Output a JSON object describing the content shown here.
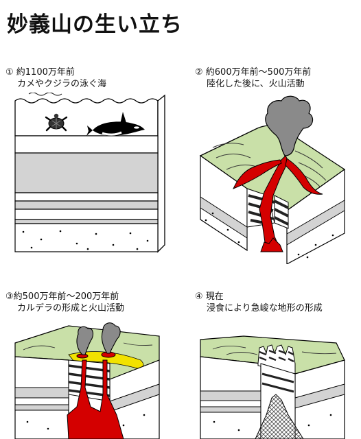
{
  "title": "妙義山の生い立ち",
  "stages": [
    {
      "line1": "① 約1100万年前",
      "line2": "カメやクジラの泳ぐ海"
    },
    {
      "line1": "② 約600万年前〜500万年前",
      "line2": "陸化した後に、火山活動"
    },
    {
      "line1": "③約500万年前〜200万年前",
      "line2": "カルデラの形成と火山活動"
    },
    {
      "line1": "④ 現在",
      "line2": "浸食により急峻な地形の形成"
    }
  ],
  "colors": {
    "magma": "#d40000",
    "green": "#c9e0a8",
    "gray": "#d0d0d0",
    "smoke": "#8a8a8a",
    "sand": "#e8e8e0",
    "yellow": "#f2e200"
  },
  "icons": [
    "sea-turtle-icon",
    "killer-whale-icon",
    "volcanic-smoke-icon",
    "rock-pinnacles-icon"
  ]
}
